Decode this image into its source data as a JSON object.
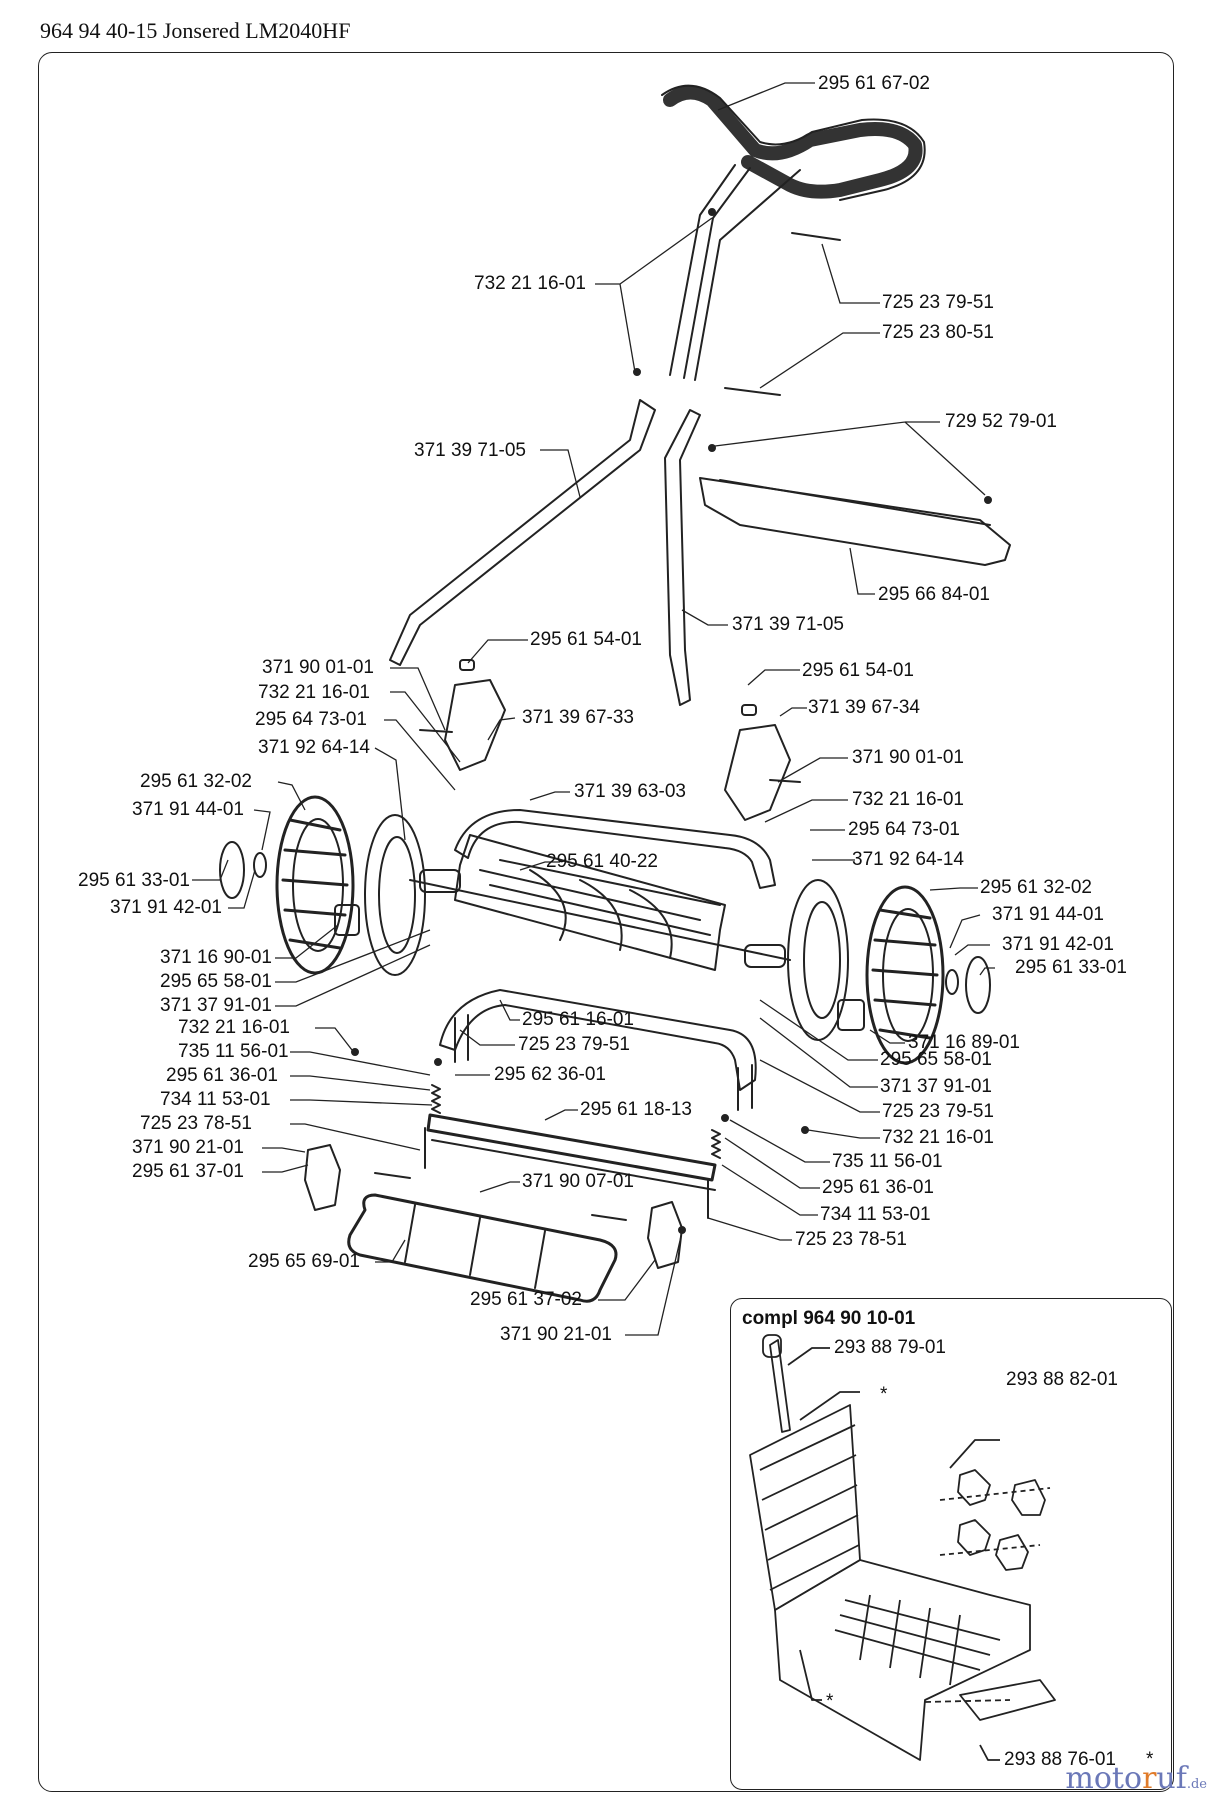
{
  "header": {
    "title": "964 94 40-15 Jonsered LM2040HF"
  },
  "colors": {
    "line": "#222222",
    "watermark_main": "#6b78b8",
    "watermark_accent": "#e07b2a"
  },
  "parts": [
    {
      "id": "p1",
      "label": "295 61 67-02"
    },
    {
      "id": "p2",
      "label": "732 21 16-01"
    },
    {
      "id": "p3",
      "label": "725 23 79-51"
    },
    {
      "id": "p4",
      "label": "725 23 80-51"
    },
    {
      "id": "p5",
      "label": "729 52 79-01"
    },
    {
      "id": "p6",
      "label": "371 39 71-05"
    },
    {
      "id": "p7",
      "label": "295 66 84-01"
    },
    {
      "id": "p8",
      "label": "371 39 71-05"
    },
    {
      "id": "p9",
      "label": "295 61 54-01"
    },
    {
      "id": "p10",
      "label": "371 90 01-01"
    },
    {
      "id": "p11",
      "label": "732 21 16-01"
    },
    {
      "id": "p12",
      "label": "295 64 73-01"
    },
    {
      "id": "p13",
      "label": "371 39 67-33"
    },
    {
      "id": "p14",
      "label": "295 61 54-01"
    },
    {
      "id": "p15",
      "label": "371 39 67-34"
    },
    {
      "id": "p16",
      "label": "371 92 64-14"
    },
    {
      "id": "p17",
      "label": "371 90 01-01"
    },
    {
      "id": "p18",
      "label": "295 61 32-02"
    },
    {
      "id": "p19",
      "label": "371 39 63-03"
    },
    {
      "id": "p20",
      "label": "732 21 16-01"
    },
    {
      "id": "p21",
      "label": "371 91 44-01"
    },
    {
      "id": "p22",
      "label": "295 64 73-01"
    },
    {
      "id": "p23",
      "label": "295 61 40-22"
    },
    {
      "id": "p24",
      "label": "371 92 64-14"
    },
    {
      "id": "p25",
      "label": "295 61 33-01"
    },
    {
      "id": "p26",
      "label": "295 61 32-02"
    },
    {
      "id": "p27",
      "label": "371 91 42-01"
    },
    {
      "id": "p28",
      "label": "371 91 44-01"
    },
    {
      "id": "p29",
      "label": "371 91 42-01"
    },
    {
      "id": "p30",
      "label": "371 16 90-01"
    },
    {
      "id": "p31",
      "label": "295 61 33-01"
    },
    {
      "id": "p32",
      "label": "295 65 58-01"
    },
    {
      "id": "p33",
      "label": "371 37 91-01"
    },
    {
      "id": "p34",
      "label": "295 61 16-01"
    },
    {
      "id": "p35",
      "label": "732 21 16-01"
    },
    {
      "id": "p36",
      "label": "725 23 79-51"
    },
    {
      "id": "p37",
      "label": "371 16 89-01"
    },
    {
      "id": "p38",
      "label": "735 11 56-01"
    },
    {
      "id": "p39",
      "label": "295 61 36-01"
    },
    {
      "id": "p40",
      "label": "295 62 36-01"
    },
    {
      "id": "p41",
      "label": "295 65 58-01"
    },
    {
      "id": "p42",
      "label": "734 11 53-01"
    },
    {
      "id": "p43",
      "label": "371 37 91-01"
    },
    {
      "id": "p44",
      "label": "295 61 18-13"
    },
    {
      "id": "p45",
      "label": "725 23 78-51"
    },
    {
      "id": "p46",
      "label": "725 23 79-51"
    },
    {
      "id": "p47",
      "label": "371 90 21-01"
    },
    {
      "id": "p48",
      "label": "732 21 16-01"
    },
    {
      "id": "p49",
      "label": "295 61 37-01"
    },
    {
      "id": "p50",
      "label": "371 90 07-01"
    },
    {
      "id": "p51",
      "label": "735 11 56-01"
    },
    {
      "id": "p52",
      "label": "295 61 36-01"
    },
    {
      "id": "p53",
      "label": "734 11 53-01"
    },
    {
      "id": "p54",
      "label": "295 65 69-01"
    },
    {
      "id": "p55",
      "label": "725 23 78-51"
    },
    {
      "id": "p56",
      "label": "295 61 37-02"
    },
    {
      "id": "p57",
      "label": "371 90 21-01"
    }
  ],
  "inset": {
    "title": "compl 964 90 10-01",
    "parts": [
      {
        "id": "i1",
        "label": "293 88 79-01"
      },
      {
        "id": "i2",
        "label": "293 88 82-01"
      },
      {
        "id": "i3",
        "label": "293 88 76-01"
      }
    ],
    "asterisk": "*"
  },
  "watermark": {
    "main": "moto",
    "accent": "r",
    "rest": "uf",
    "tld": ".de"
  }
}
